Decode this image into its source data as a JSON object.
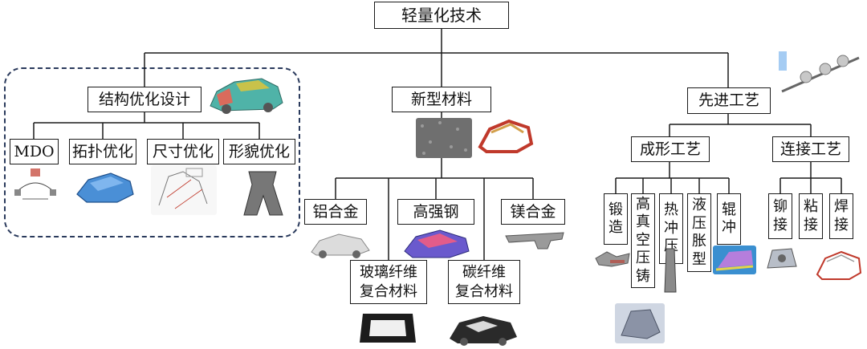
{
  "root": {
    "label": "轻量化技术"
  },
  "branches": {
    "structure": {
      "label": "结构优化设计",
      "children": [
        {
          "id": "mdo",
          "label": "MDO"
        },
        {
          "id": "topo",
          "label": "拓扑优化"
        },
        {
          "id": "size",
          "label": "尺寸优化"
        },
        {
          "id": "shape",
          "label": "形貌优化"
        }
      ]
    },
    "materials": {
      "label": "新型材料",
      "children": [
        {
          "id": "al",
          "label": "铝合金"
        },
        {
          "id": "hss",
          "label": "高强钢"
        },
        {
          "id": "mg",
          "label": "镁合金"
        },
        {
          "id": "gfrp",
          "label": "玻璃纤维\n复合材料"
        },
        {
          "id": "cfrp",
          "label": "碳纤维\n复合材料"
        }
      ]
    },
    "process": {
      "label": "先进工艺",
      "forming": {
        "label": "成形工艺",
        "children": [
          {
            "id": "forge",
            "label": "锻\n造"
          },
          {
            "id": "hpvd",
            "label": "高\n真\n空\n压\n铸"
          },
          {
            "id": "hot",
            "label": "热\n冲\n压"
          },
          {
            "id": "hydro",
            "label": "液\n压\n胀\n型"
          },
          {
            "id": "roll",
            "label": "辊\n冲"
          }
        ]
      },
      "joining": {
        "label": "连接工艺",
        "children": [
          {
            "id": "rivet",
            "label": "铆\n接"
          },
          {
            "id": "glue",
            "label": "粘\n接"
          },
          {
            "id": "weld",
            "label": "焊\n接"
          }
        ]
      }
    }
  },
  "colors": {
    "line": "#1a1a1a",
    "dash": "#2a3a5c"
  }
}
